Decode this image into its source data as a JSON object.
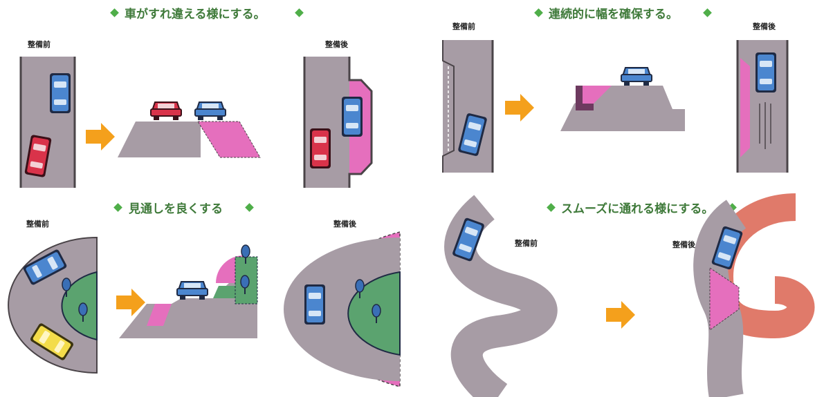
{
  "panels": [
    {
      "title": "車がすれ違える様にする。",
      "before": "整備前",
      "after": "整備後"
    },
    {
      "title": "連続的に幅を確保する。",
      "before": "整備前",
      "after": "整備後"
    },
    {
      "title": "見通しを良くする",
      "before": "整備前",
      "after": "整備後"
    },
    {
      "title": "スムーズに通れる様にする。",
      "before": "整備前",
      "after": "整備後"
    }
  ],
  "colors": {
    "road": "#a79ca5",
    "road_edge": "#4a4448",
    "widened": "#e56fbd",
    "widened_alt": "#e07a6a",
    "arrow": "#f4a01c",
    "car_blue": "#4b86cf",
    "car_red": "#d9334a",
    "car_yellow": "#f3dc4a",
    "tree_green": "#5ba36f",
    "heading_green": "#3f7a3a"
  }
}
